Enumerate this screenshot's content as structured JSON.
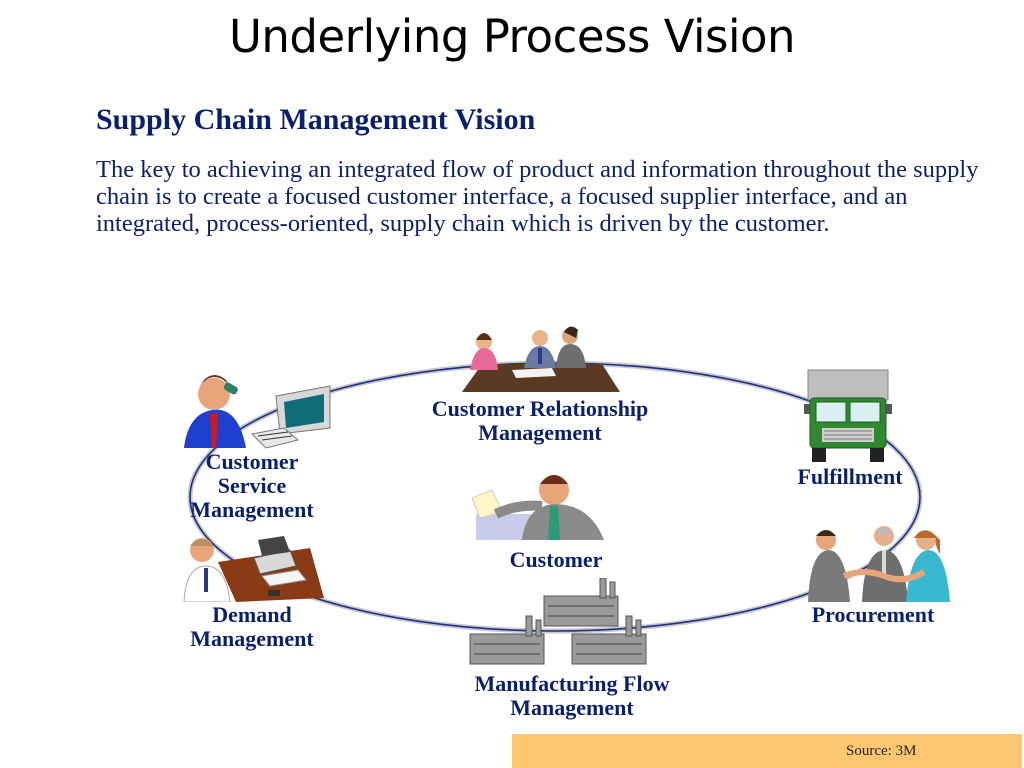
{
  "slide": {
    "title": "Underlying Process Vision",
    "subtitle": "Supply Chain Management Vision",
    "body": "The key to achieving an integrated flow of product and information throughout the supply chain is to create a focused customer interface, a focused supplier interface, and an integrated, process-oriented, supply chain which is driven by the customer."
  },
  "diagram": {
    "crm": [
      "Customer Relationship",
      "Management"
    ],
    "csm": [
      "Customer",
      "Service",
      "Management"
    ],
    "fulfillment": "Fulfillment",
    "customer": "Customer",
    "demand": [
      "Demand",
      "Management"
    ],
    "procurement": "Procurement",
    "manufacturing": [
      "Manufacturing Flow",
      "Management"
    ]
  },
  "footer": {
    "source": "Source: 3M"
  },
  "colors": {
    "text_navy": "#0a1f6e",
    "ellipse": "#1c2f8c",
    "source_bar": "#ffc870"
  }
}
